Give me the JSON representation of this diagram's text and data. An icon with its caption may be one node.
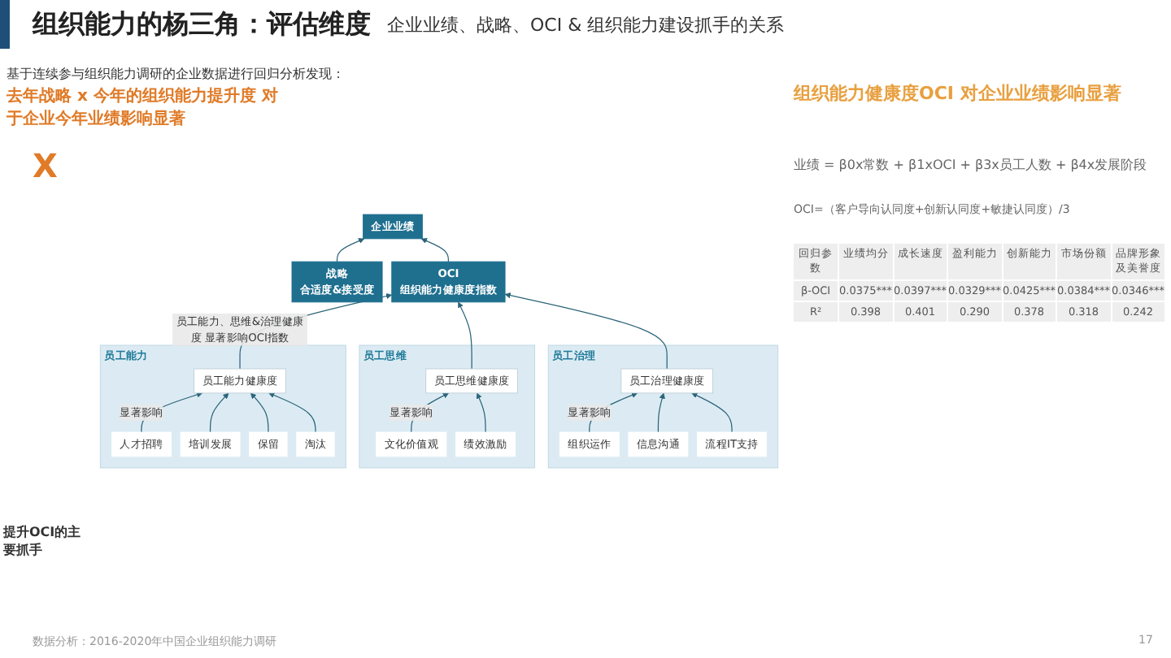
{
  "diagram": {
    "title": "组织能力的杨三角：评估维度",
    "nodes": [
      {
        "text": [
          "企业业绩"
        ]
      },
      {
        "text": [
          "战略",
          "合适度&接受度"
        ]
      },
      {
        "text": [
          "OCI",
          "组织能力健康度指数"
        ]
      },
      {
        "text": [
          "员工能力"
        ]
      },
      {
        "text": [
          "员工能力健康度"
        ],
        "in": 3
      },
      {
        "text": [
          "人才招聘"
        ],
        "in": 3
      },
      {
        "text": [
          "培训发展"
        ],
        "in": 3
      },
      {
        "text": [
          "保留"
        ],
        "in": 3
      },
      {
        "text": [
          "淘汰"
        ],
        "in": 3
      },
      {
        "text": [
          "员工思维"
        ]
      },
      {
        "text": [
          "员工思维健康度"
        ],
        "in": 9
      },
      {
        "text": [
          "文化价值观"
        ],
        "in": 9
      },
      {
        "text": [
          "绩效激励"
        ],
        "in": 9
      },
      {
        "text": [
          "员工治理"
        ]
      },
      {
        "text": [
          "员工治理健康度"
        ],
        "in": 13
      },
      {
        "text": [
          "组织运作"
        ],
        "in": 13
      },
      {
        "text": [
          "信息沟通"
        ],
        "in": 13
      },
      {
        "text": [
          "流程IT支持"
        ],
        "in": 13
      }
    ],
    "edges": [
      {
        "from": 1,
        "to": 0,
        "arrow": "to"
      },
      {
        "from": 2,
        "to": 0,
        "arrow": "to"
      },
      {
        "from": 4,
        "to": 2,
        "arrow": "to",
        "label": "员工能力、思维&治理健康度 显著影响OCI指数"
      },
      {
        "from": 10,
        "to": 2,
        "arrow": "to"
      },
      {
        "from": 14,
        "to": 2,
        "arrow": "to"
      },
      {
        "from": 5,
        "to": 4,
        "arrow": "to",
        "label": "显著影响"
      },
      {
        "from": 6,
        "to": 4,
        "arrow": "to"
      },
      {
        "from": 7,
        "to": 4,
        "arrow": "to"
      },
      {
        "from": 8,
        "to": 4,
        "arrow": "to"
      },
      {
        "from": 11,
        "to": 10,
        "arrow": "to",
        "label": "显著影响"
      },
      {
        "from": 12,
        "to": 10,
        "arrow": "to"
      },
      {
        "from": 15,
        "to": 14,
        "arrow": "to",
        "label": "显著影响"
      },
      {
        "from": 16,
        "to": 14,
        "arrow": "to"
      },
      {
        "from": 17,
        "to": 14,
        "arrow": "to"
      }
    ],
    "labels": [
      "企业业绩、战略、OCI & 组织能力建设抓手的关系",
      "基于连续参与组织能力调研的企业数据进行回归分析发现：",
      "去年战略 x 今年的组织能力提升度 对于企业今年业绩影响显著",
      "X",
      "组织能力健康度OCI 对企业业绩影响显著",
      "业绩 = β0x常数 + β1xOCI + β3x员工人数 + β4x发展阶段",
      "OCI=（客户导向认同度+创新认同度+敏捷认同度）/3",
      "回归参数",
      "业绩均分",
      "成长速度",
      "盈利能力",
      "创新能力",
      "市场份额",
      "品牌形象及美誉度",
      "β-OCI",
      "0.0375***",
      "0.0397***",
      "0.0329***",
      "0.0425***",
      "0.0384***",
      "0.0346***",
      "R²",
      "0.398",
      "0.401",
      "0.290",
      "0.378",
      "0.318",
      "0.242",
      "提升OCI的主要抓手",
      "数据分析：2016-2020年中国企业组织能力调研",
      "17"
    ]
  }
}
